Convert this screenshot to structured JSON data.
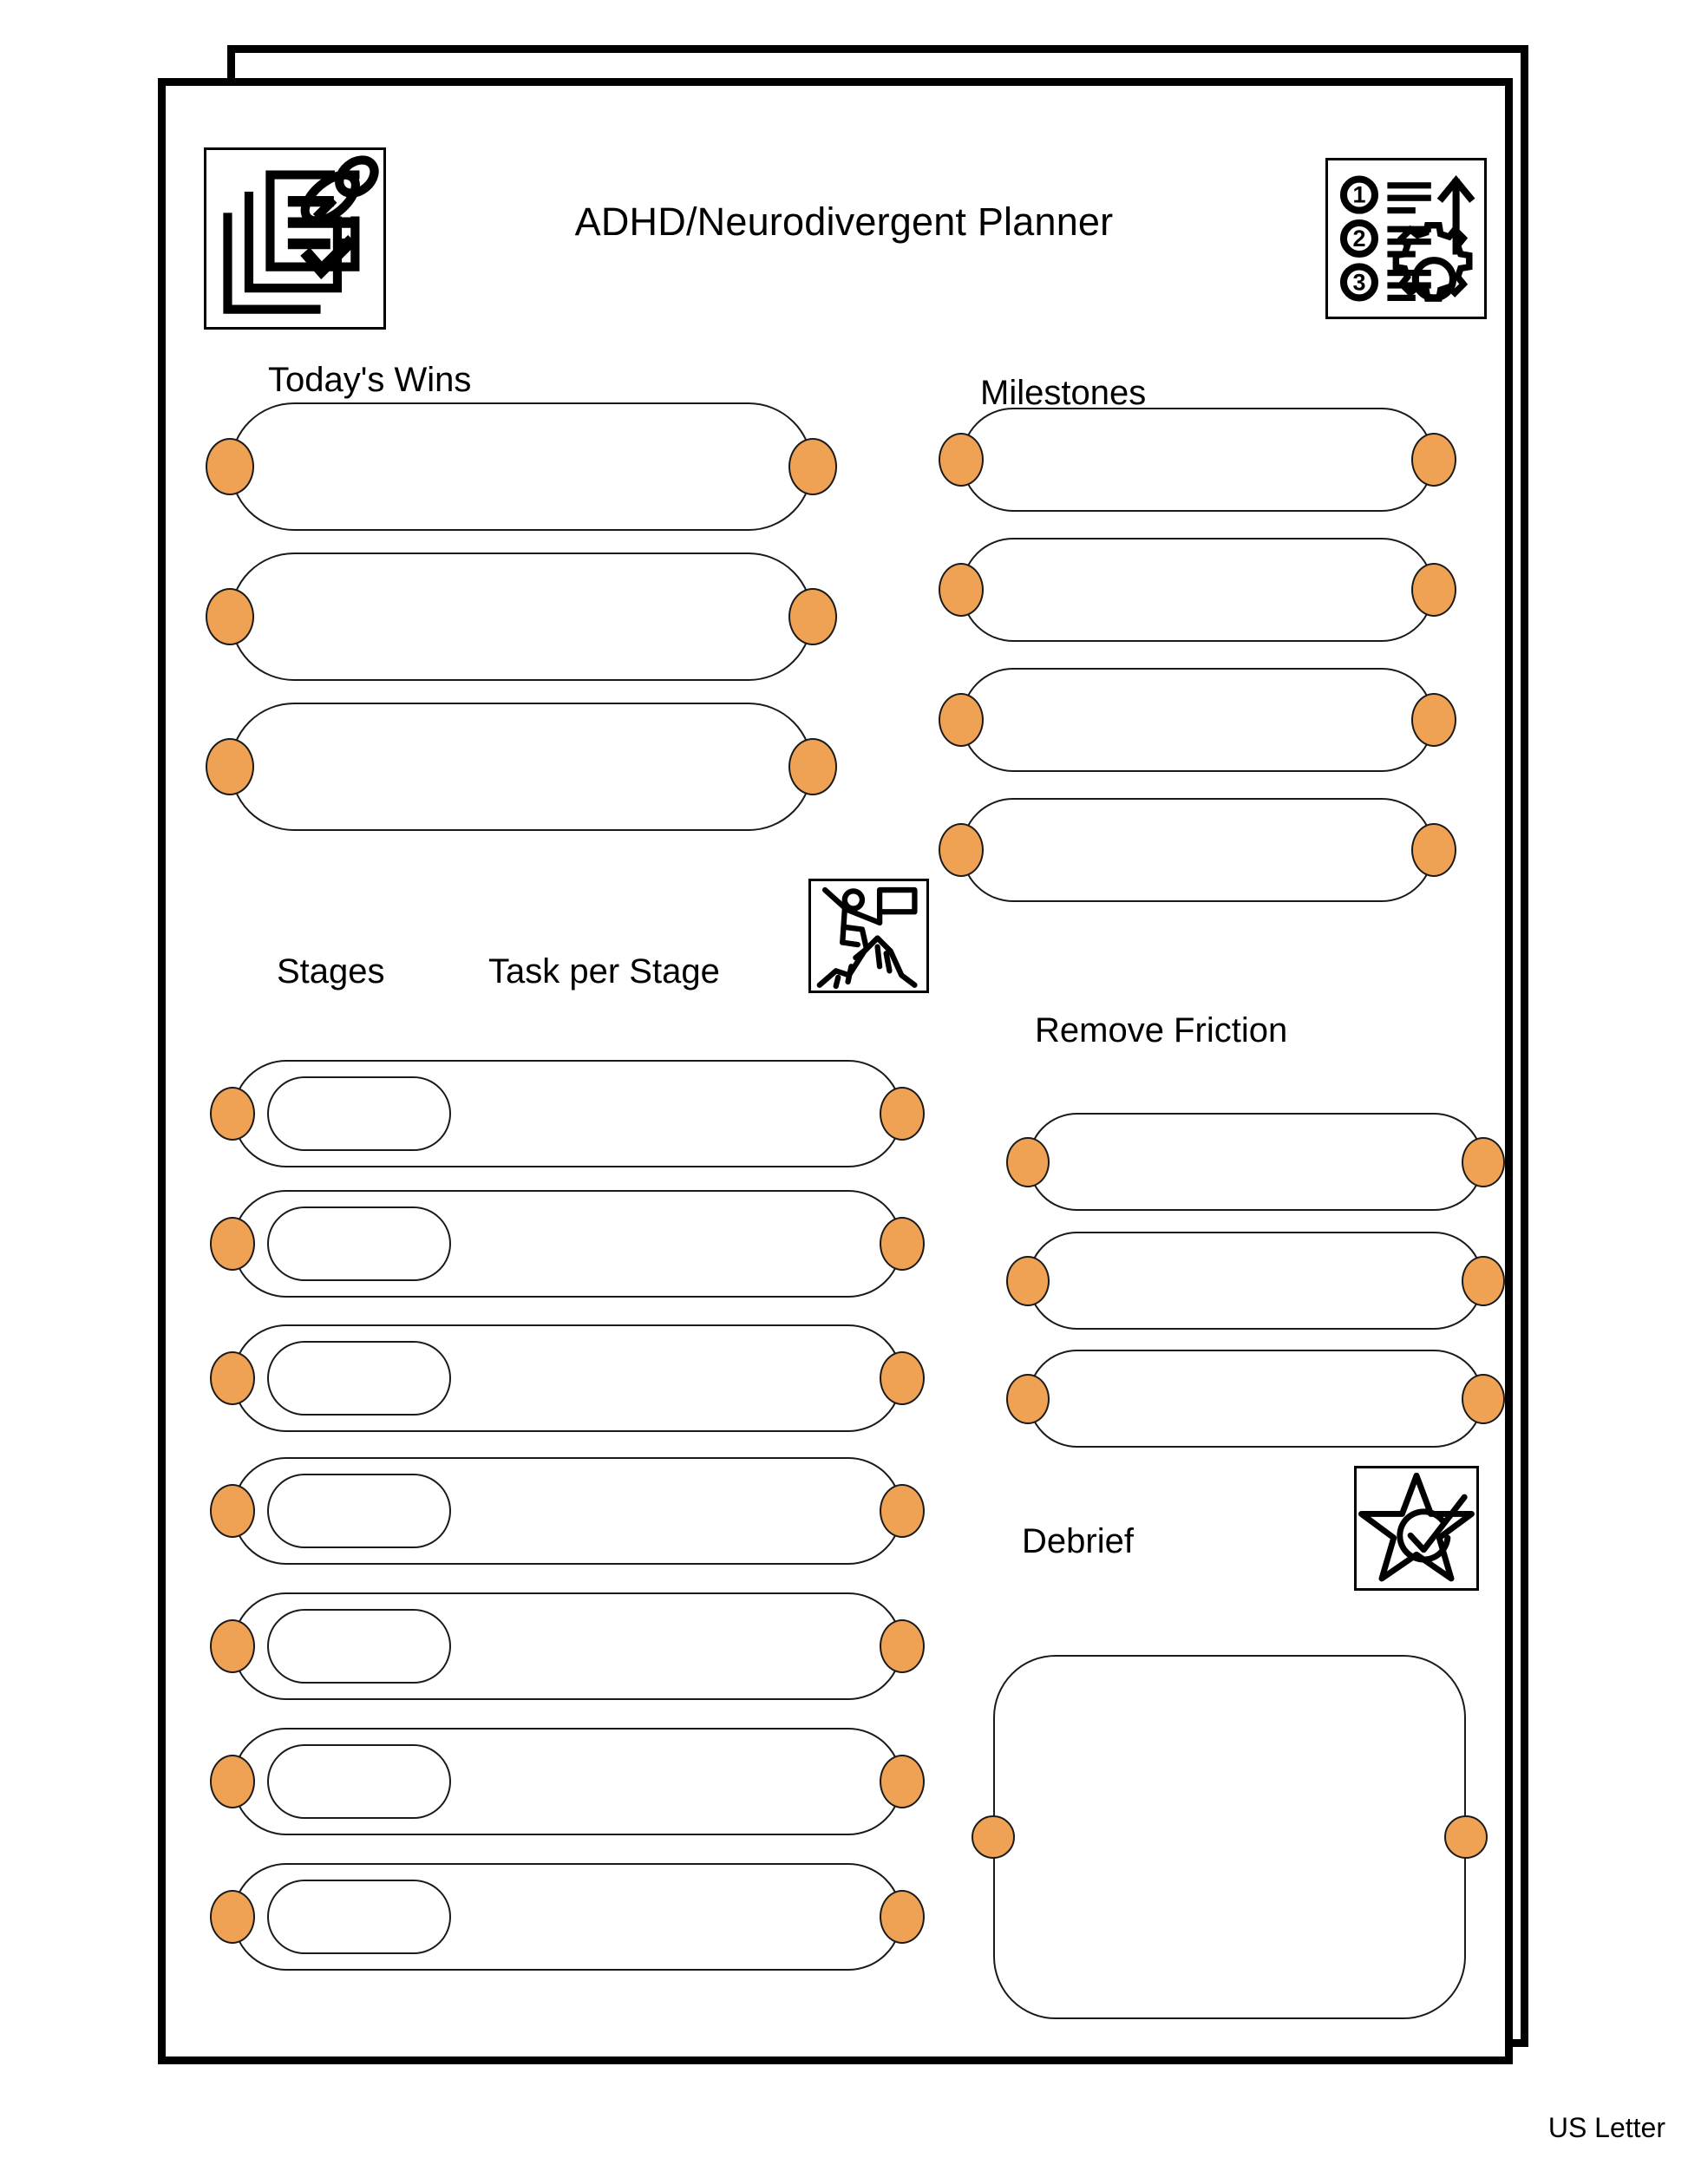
{
  "document": {
    "title": "ADHD/Neurodivergent Planner",
    "paper_size": "US Letter",
    "accent_color": "#efa254",
    "line_color": "#1a1a1a",
    "frame_color": "#000000",
    "background_color": "#ffffff"
  },
  "icons": {
    "tasks": "stacked-checklist-pushpin-icon",
    "steps": "numbered-steps-gear-arrow-icon",
    "summit": "mountain-climber-flag-icon",
    "star": "star-checkmark-icon"
  },
  "sections": {
    "todays_wins": {
      "label": "Today's Wins",
      "rows": [
        "",
        "",
        ""
      ]
    },
    "milestones": {
      "label": "Milestones",
      "rows": [
        "",
        "",
        "",
        ""
      ]
    },
    "stages": {
      "label": "Stages",
      "task_label": "Task per Stage",
      "rows": [
        {
          "stage": "",
          "task": ""
        },
        {
          "stage": "",
          "task": ""
        },
        {
          "stage": "",
          "task": ""
        },
        {
          "stage": "",
          "task": ""
        },
        {
          "stage": "",
          "task": ""
        },
        {
          "stage": "",
          "task": ""
        },
        {
          "stage": "",
          "task": ""
        }
      ]
    },
    "remove_friction": {
      "label": "Remove Friction",
      "rows": [
        "",
        "",
        ""
      ]
    },
    "debrief": {
      "label": "Debrief",
      "notes": ""
    }
  }
}
